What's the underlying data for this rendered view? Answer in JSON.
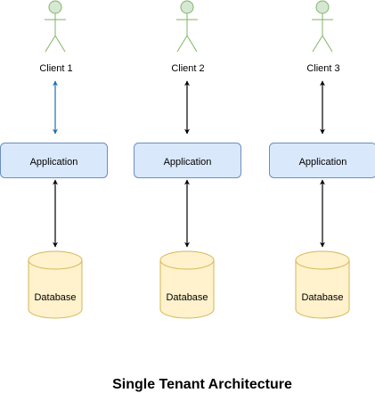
{
  "title": "Single Tenant Architecture",
  "colors": {
    "actor_fill": "#d5e8d4",
    "actor_stroke": "#82b366",
    "app_fill": "#dae8fc",
    "app_stroke": "#6c8ebf",
    "db_fill": "#fff2cc",
    "db_stroke": "#d6b656",
    "arrow_default": "#000000",
    "arrow_highlight": "#1f6ead"
  },
  "columns": [
    {
      "client": "Client 1",
      "application": "Application",
      "database": "Database",
      "client_arrow_color": "#1f6ead"
    },
    {
      "client": "Client 2",
      "application": "Application",
      "database": "Database",
      "client_arrow_color": "#000000"
    },
    {
      "client": "Client 3",
      "application": "Application",
      "database": "Database",
      "client_arrow_color": "#000000"
    }
  ]
}
